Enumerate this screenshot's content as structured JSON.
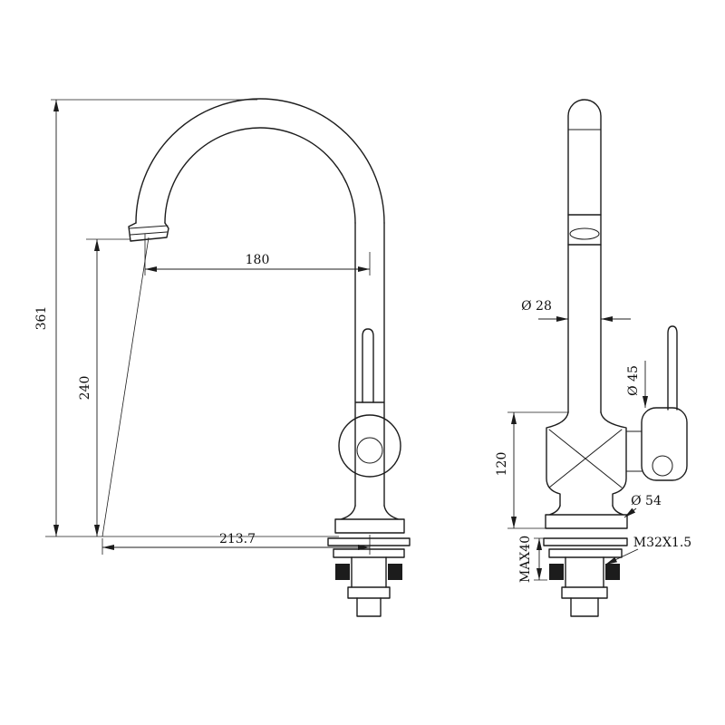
{
  "colors": {
    "line": "#1c1c1c",
    "background": "#ffffff"
  },
  "front_view": {
    "dims": {
      "reach": "180",
      "total_height": "361",
      "spout_height": "240",
      "total_reach": "213.7"
    }
  },
  "side_view": {
    "dims": {
      "spout_pipe_diameter": "Ø 28",
      "handle_body_diameter": "Ø 45",
      "body_height": "120",
      "base_diameter": "Ø 54",
      "max_mounting_thickness": "MAX40",
      "thread_spec": "M32X1.5"
    }
  }
}
